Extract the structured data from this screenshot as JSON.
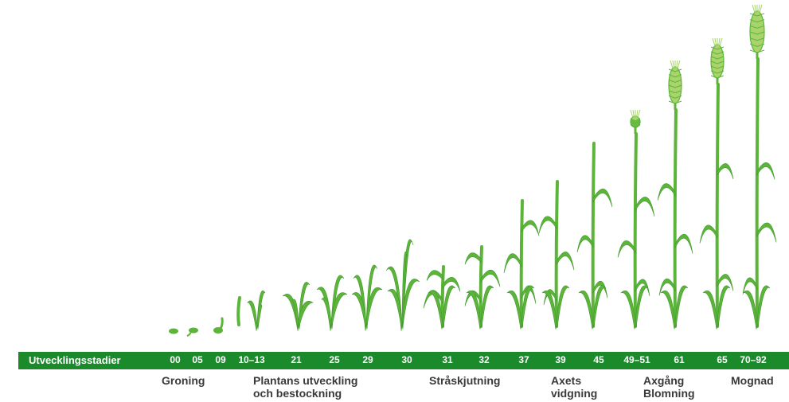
{
  "colors": {
    "plant": "#5cb53a",
    "plant_dark": "#3f9a2a",
    "ear": "#a9d46b",
    "bar": "#1b8a2b",
    "label": "#3a3a3a"
  },
  "scale": {
    "title": "Utvecklingsstadier",
    "stages": [
      {
        "code": "00",
        "kind": "seed"
      },
      {
        "code": "05",
        "kind": "seed-root"
      },
      {
        "code": "09",
        "kind": "sprout"
      },
      {
        "code": "10–13",
        "kind": "seedling"
      },
      {
        "code": "21",
        "kind": "tiller"
      },
      {
        "code": "25",
        "kind": "tiller"
      },
      {
        "code": "29",
        "kind": "tiller"
      },
      {
        "code": "30",
        "kind": "tiller-full"
      },
      {
        "code": "31",
        "kind": "stem"
      },
      {
        "code": "32",
        "kind": "stem"
      },
      {
        "code": "37",
        "kind": "stem"
      },
      {
        "code": "39",
        "kind": "stem"
      },
      {
        "code": "45",
        "kind": "stem"
      },
      {
        "code": "49–51",
        "kind": "eared"
      },
      {
        "code": "61",
        "kind": "eared"
      },
      {
        "code": "65",
        "kind": "eared"
      },
      {
        "code": "70–92",
        "kind": "eared"
      }
    ]
  },
  "phases": [
    {
      "line1": "Groning",
      "line2": ""
    },
    {
      "line1": "Plantans utveckling",
      "line2": "och bestockning"
    },
    {
      "line1": "Stråskjutning",
      "line2": ""
    },
    {
      "line1": "Axets",
      "line2": "vidgning"
    },
    {
      "line1": "Axgång",
      "line2": "Blomning"
    },
    {
      "line1": "Mognad",
      "line2": ""
    }
  ]
}
